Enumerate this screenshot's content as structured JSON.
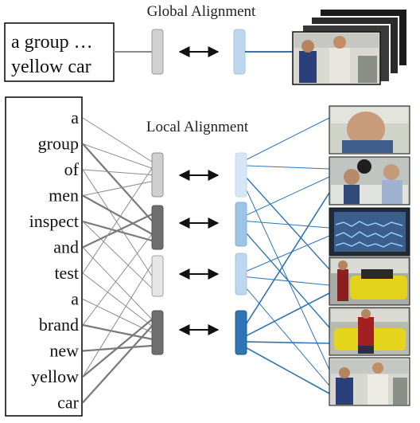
{
  "global": {
    "title": "Global Alignment",
    "sentence_line1": "a group …",
    "sentence_line2": "yellow car"
  },
  "local": {
    "title": "Local Alignment",
    "words": [
      "a",
      "group",
      "of",
      "men",
      "inspect",
      "and",
      "test",
      "a",
      "brand",
      "new",
      "yellow",
      "car"
    ]
  },
  "colors": {
    "text_line": "#8c8c8c",
    "video_line": "#2e75b6",
    "global_text_bar": "#d0d0d0",
    "global_video_bar": "#bdd7ee",
    "local_text_bars": [
      "#cfcfcf",
      "#6e6e6e",
      "#e6e6e6",
      "#6e6e6e"
    ],
    "local_video_bars": [
      "#d6e6f5",
      "#9dc3e6",
      "#bdd7ee",
      "#2e75b6"
    ]
  },
  "icons": {
    "arrow": "double-arrow-icon",
    "frames": [
      "video-frame-man-face",
      "video-frame-men-at-table",
      "video-frame-screen-waveform",
      "video-frame-yellow-car-hood",
      "video-frame-man-red-shirt-car",
      "video-frame-men-talking"
    ]
  }
}
